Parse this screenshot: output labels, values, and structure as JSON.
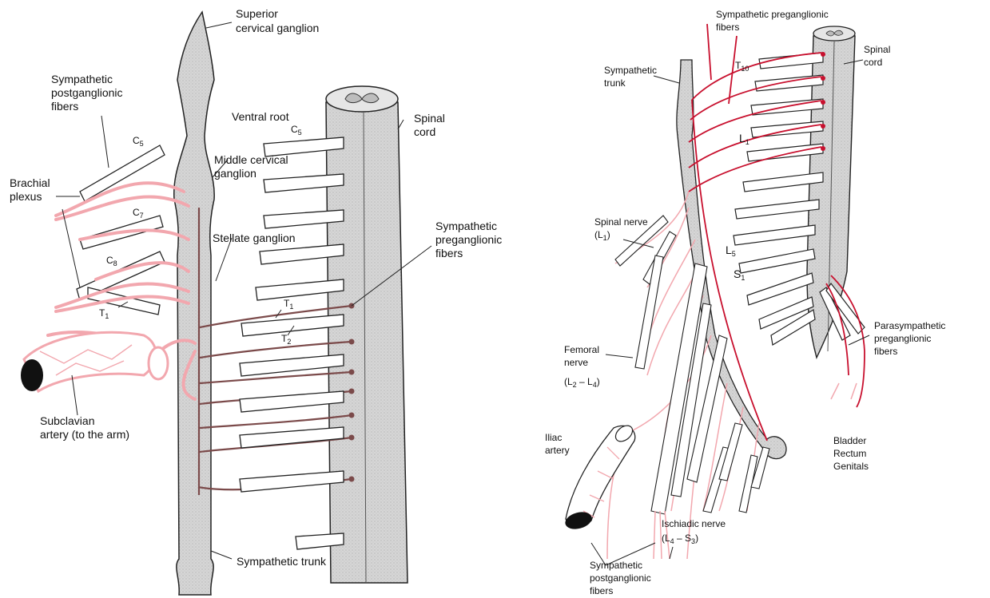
{
  "colors": {
    "pink": "#f2a7ae",
    "red": "#c8102e",
    "brown": "#7b4a4a",
    "cord_fill": "#dcdcdc",
    "outline": "#222222"
  },
  "left": {
    "labels": {
      "superior_ganglion": [
        "Superior",
        "cervical ganglion"
      ],
      "postganglionic": [
        "Sympathetic",
        "postganglionic",
        "fibers"
      ],
      "brachial": [
        "Brachial",
        "plexus"
      ],
      "ventral_root": "Ventral root",
      "c5_root": "C",
      "c5_root_sub": "5",
      "spinal_cord": [
        "Spinal",
        "cord"
      ],
      "middle_ganglion": [
        "Middle cervical",
        "ganglion"
      ],
      "stellate": "Stellate ganglion",
      "preganglionic": [
        "Sympathetic",
        "preganglionic",
        "fibers"
      ],
      "c5": "C",
      "c5_sub": "5",
      "c7": "C",
      "c7_sub": "7",
      "c8": "C",
      "c8_sub": "8",
      "t1_left": "T",
      "t1_left_sub": "1",
      "t1_root": "T",
      "t1_root_sub": "1",
      "t2_root": "T",
      "t2_root_sub": "2",
      "subclavian": [
        "Subclavian",
        "artery (to the arm)"
      ],
      "sympathetic_trunk": "Sympathetic trunk"
    }
  },
  "right": {
    "labels": {
      "preganglionic": [
        "Sympathetic preganglionic",
        "fibers"
      ],
      "trunk": [
        "Sympathetic",
        "trunk"
      ],
      "t10": "T",
      "t10_sub": "10",
      "spinal_cord": [
        "Spinal",
        "cord"
      ],
      "l1": "L",
      "l1_sub": "1",
      "spinal_nerve": [
        "Spinal nerve",
        "(L"
      ],
      "spinal_nerve_sub": "1",
      "spinal_nerve_close": ")",
      "l5": "L",
      "l5_sub": "5",
      "s1": "S",
      "s1_sub": "1",
      "parasympathetic": [
        "Parasympathetic",
        "preganglionic",
        "fibers"
      ],
      "femoral": [
        "Femoral",
        "nerve"
      ],
      "femoral_range": "(L",
      "femoral_range_a": "2",
      "femoral_range_mid": " – L",
      "femoral_range_b": "4",
      "femoral_range_close": ")",
      "iliac": [
        "Iliac",
        "artery"
      ],
      "targets": [
        "Bladder",
        "Rectum",
        "Genitals"
      ],
      "ischiadic": "Ischiadic nerve",
      "ischiadic_range": "(L",
      "ischiadic_range_a": "4",
      "ischiadic_range_mid": " – S",
      "ischiadic_range_b": "3",
      "ischiadic_range_close": ")",
      "postganglionic": [
        "Sympathetic",
        "postganglionic",
        "fibers"
      ]
    }
  }
}
